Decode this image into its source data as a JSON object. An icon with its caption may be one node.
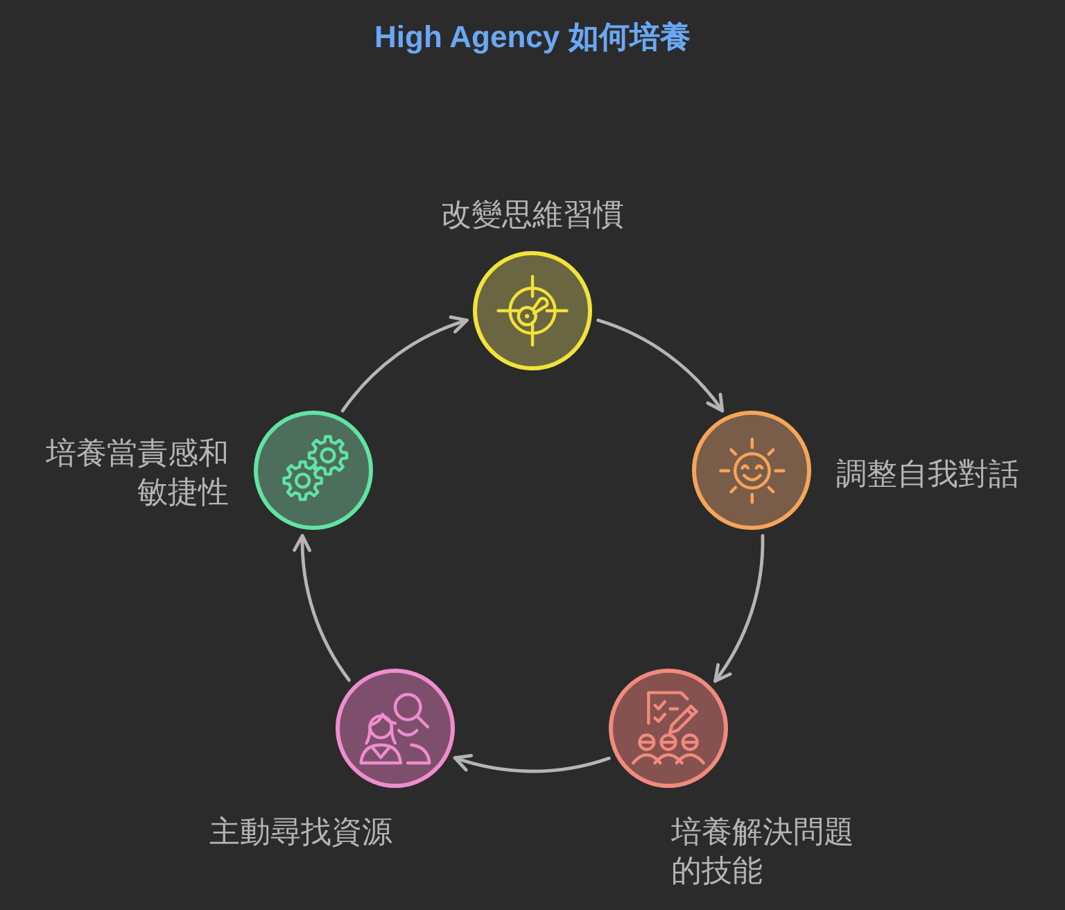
{
  "diagram": {
    "title": "High Agency 如何培養",
    "nodes": [
      {
        "text": [
          "改變思維習慣"
        ]
      },
      {
        "text": [
          "調整自我對話"
        ]
      },
      {
        "text": [
          "培養解決問題的技能"
        ]
      },
      {
        "text": [
          "主動尋找資源"
        ]
      },
      {
        "text": [
          "培養當責感和敏捷性"
        ]
      }
    ],
    "edges": [
      {
        "from": 0,
        "to": 1,
        "arrow": "to"
      },
      {
        "from": 1,
        "to": 2,
        "arrow": "to"
      },
      {
        "from": 2,
        "to": 3,
        "arrow": "to"
      },
      {
        "from": 3,
        "to": 4,
        "arrow": "to"
      },
      {
        "from": 4,
        "to": 0,
        "arrow": "to"
      }
    ]
  }
}
